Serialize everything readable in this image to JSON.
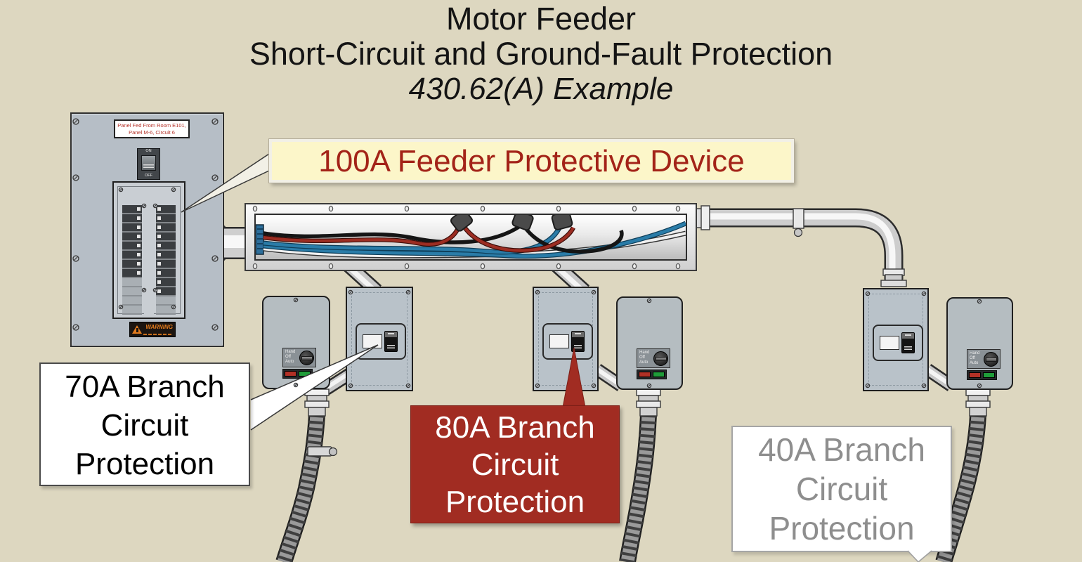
{
  "title": {
    "line1": "Motor Feeder",
    "line2": "Short-Circuit and Ground-Fault Protection",
    "line3": "430.62(A) Example"
  },
  "panel": {
    "label_line1": "Panel Fed From Room E101,",
    "label_line2": "Panel M-6, Circuit 6",
    "main_breaker_on": "ON",
    "main_breaker_off": "OFF",
    "warning_text": "WARNING"
  },
  "callouts": {
    "feeder_100a": {
      "text": "100A Feeder Protective Device",
      "bg": "#fcf6c9",
      "text_color": "#a32318"
    },
    "branch_70a": {
      "line1": "70A Branch",
      "line2": "Circuit",
      "line3": "Protection",
      "bg": "#ffffff",
      "text_color": "#000000"
    },
    "branch_80a": {
      "line1": "80A Branch",
      "line2": "Circuit",
      "line3": "Protection",
      "bg": "#a12c22",
      "text_color": "#ffffff"
    },
    "branch_40a": {
      "line1": "40A Branch",
      "line2": "Circuit",
      "line3": "Protection",
      "bg": "#ffffff",
      "text_color": "#8e8e8e"
    }
  },
  "starter": {
    "hoa_line1": "Hand",
    "hoa_line2": "Off",
    "hoa_line3": "Auto"
  },
  "colors": {
    "background": "#ddd7c0",
    "enclosure_gray": "#b7bfc6",
    "wire_red": "#9c2d22",
    "wire_blue": "#2a7ca8",
    "wire_black": "#151515",
    "warning_orange": "#e07a1d"
  }
}
